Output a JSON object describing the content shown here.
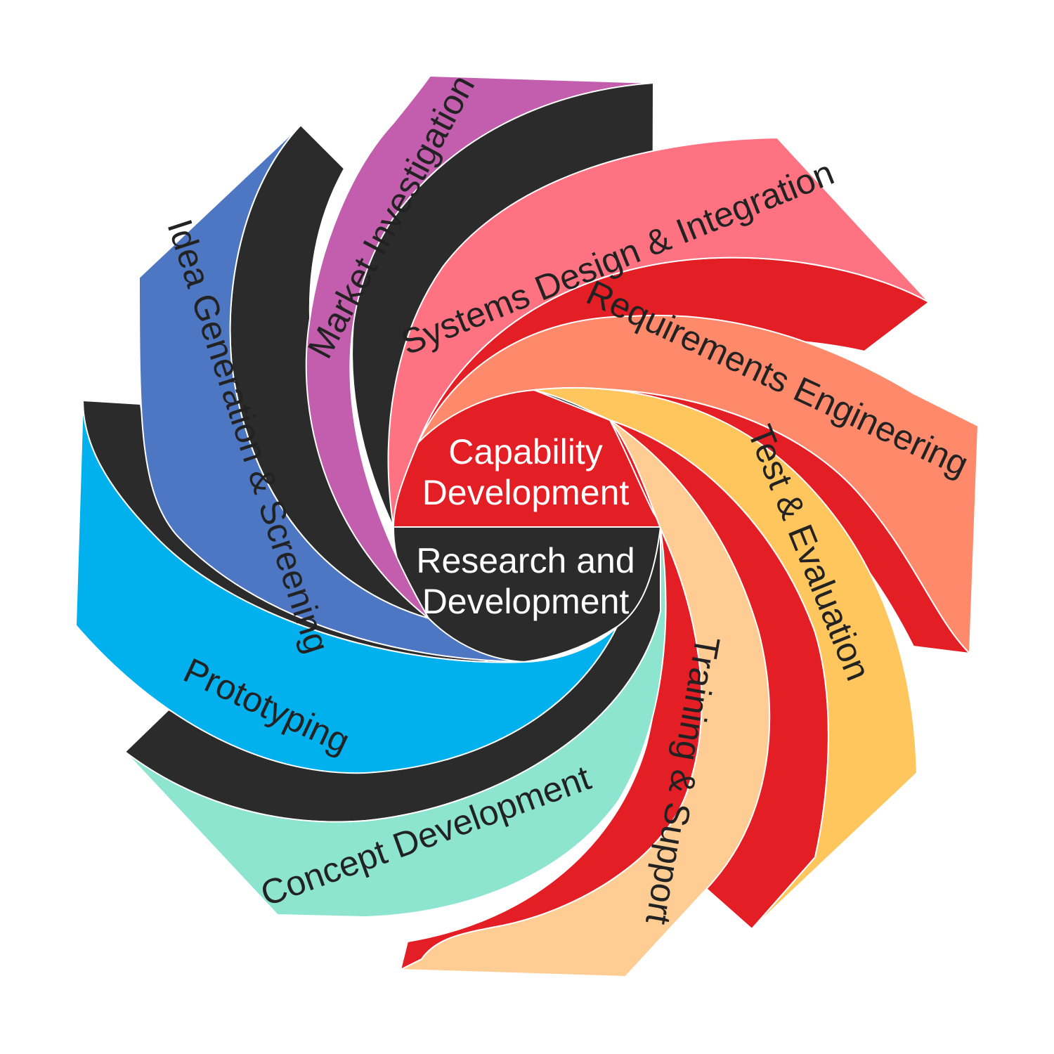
{
  "hub": {
    "capability_line1": "Capability",
    "capability_line2": "Development",
    "rnd_line1": "Research and",
    "rnd_line2": "Development"
  },
  "stages": {
    "market": "Market Investigation",
    "systems": "Systems Design & Integration",
    "requirements": "Requirements Engineering",
    "test": "Test & Evaluation",
    "training": "Training & Support",
    "concept": "Concept Development",
    "prototyping": "Prototyping",
    "idea": "Idea Generation & Screening"
  },
  "colors": {
    "black": "#2b2b2b",
    "red": "#e31e25",
    "market": "#c35eae",
    "systems": "#ff7281",
    "requirements": "#ff8a6b",
    "test": "#ffc65e",
    "training": "#ffcd94",
    "concept": "#8de4cf",
    "prototyping": "#00b1ee",
    "idea": "#4e77c3"
  }
}
